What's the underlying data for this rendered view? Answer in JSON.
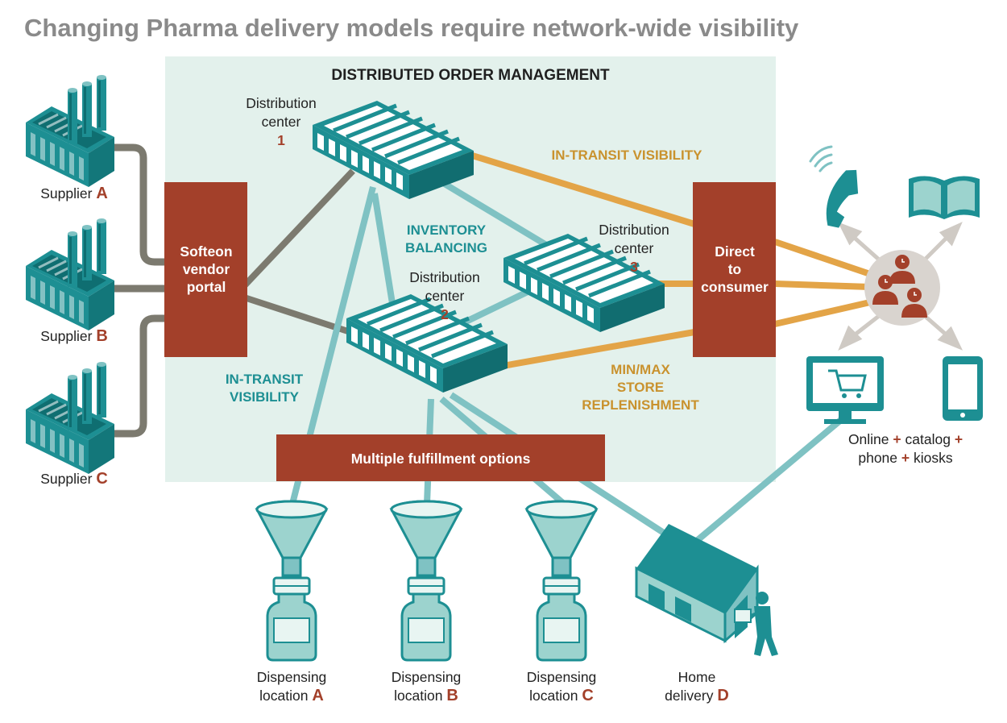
{
  "title": "Changing Pharma delivery models require network-wide visibility",
  "header": "DISTRIBUTED ORDER MANAGEMENT",
  "distribution_center_label": [
    "Distribution",
    "center"
  ],
  "dc_numbers": [
    "1",
    "2",
    "3"
  ],
  "suppliers": {
    "label": "Supplier",
    "letters": [
      "A",
      "B",
      "C"
    ]
  },
  "vendor_portal": [
    "Softeon",
    "vendor",
    "portal"
  ],
  "direct_to_consumer": [
    "Direct",
    "to",
    "consumer"
  ],
  "fulfillment": "Multiple fulfillment options",
  "inventory_balancing": [
    "INVENTORY",
    "BALANCING"
  ],
  "in_transit_top": "IN-TRANSIT VISIBILITY",
  "in_transit_left": [
    "IN-TRANSIT",
    "VISIBILITY"
  ],
  "min_max": [
    "MIN/MAX",
    "STORE",
    "REPLENISHMENT"
  ],
  "channels": {
    "online": "Online",
    "catalog": "catalog",
    "phone": "phone",
    "kiosks": "kiosks",
    "plus": "+"
  },
  "dispensing": {
    "line1": "Dispensing",
    "line2": "location",
    "letters": [
      "A",
      "B",
      "C"
    ]
  },
  "home": {
    "line1": "Home",
    "line2": "delivery",
    "letter": "D"
  },
  "colors": {
    "teal": "#1d8f93",
    "rust": "#a3402a",
    "gold": "#e3a447",
    "gray": "#7c7a6f",
    "panel": "#e3f1ec",
    "light_teal": "#7fc2c3"
  }
}
